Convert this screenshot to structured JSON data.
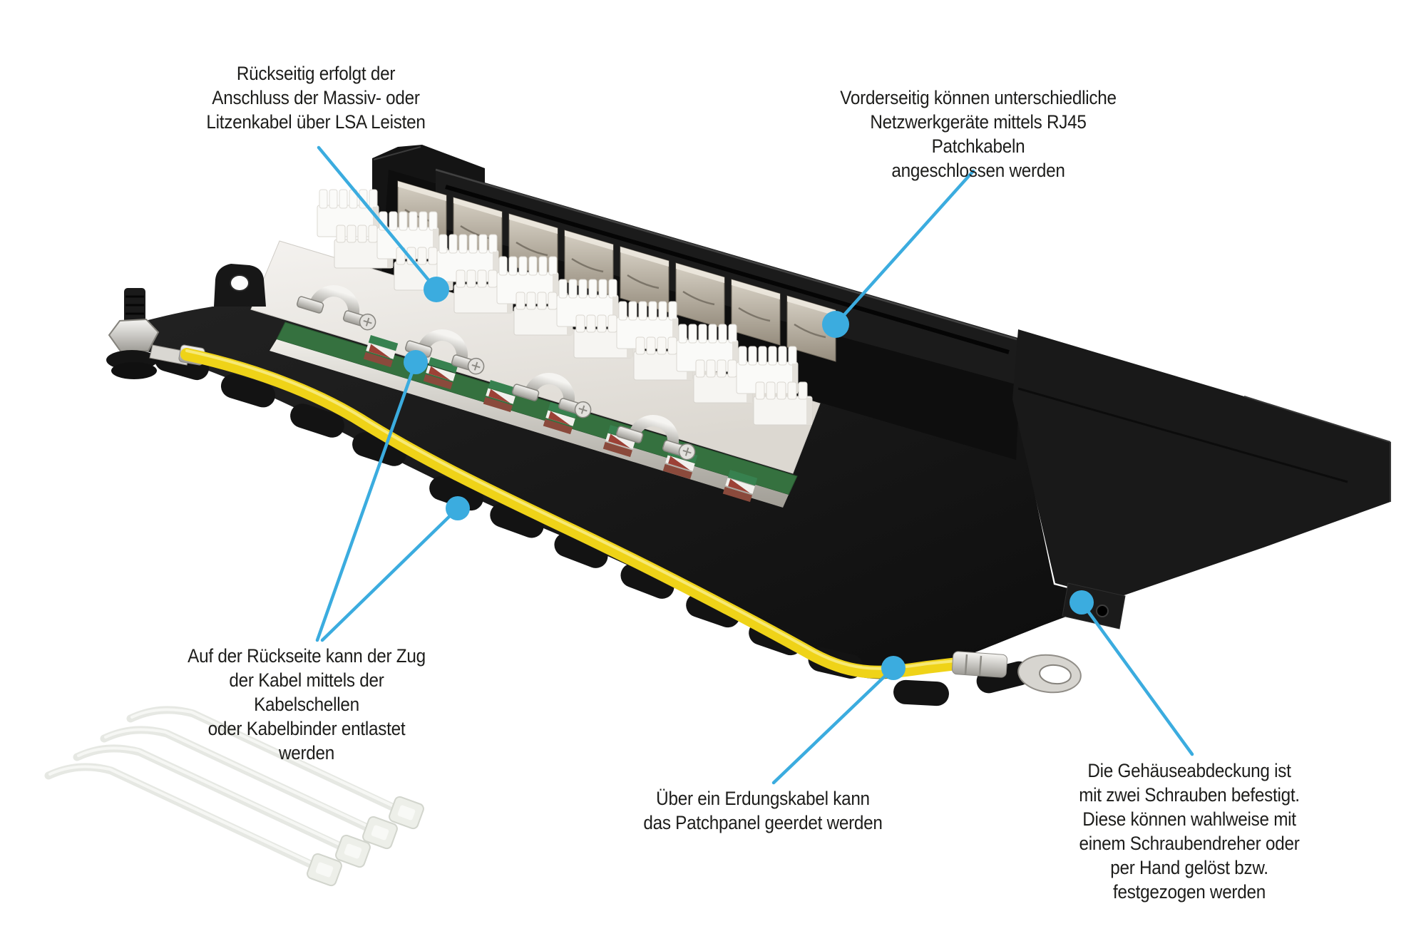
{
  "colors": {
    "callout": "#3BACDF",
    "text": "#1D1D1B",
    "background": "#FFFFFF",
    "housing": "#161616",
    "ground_cable": "#EFD318"
  },
  "annotations": [
    {
      "id": "lsa",
      "text": "Rückseitig erfolgt der\nAnschluss der Massiv- oder\nLitzenkabel über LSA Leisten"
    },
    {
      "id": "rj45",
      "text": "Vorderseitig können unterschiedliche\nNetzwerkgeräte mittels RJ45 Patchkabeln\nangeschlossen werden"
    },
    {
      "id": "strain-relief",
      "text": "Auf der Rückseite kann der Zug\nder Kabel mittels der Kabelschellen\noder Kabelbinder entlastet werden"
    },
    {
      "id": "grounding",
      "text": "Über ein Erdungskabel kann\ndas Patchpanel geerdet werden"
    },
    {
      "id": "cover-screws",
      "text": "Die Gehäuseabdeckung ist\nmit zwei Schrauben befestigt.\nDiese können wahlweise mit\neinem Schraubendreher oder\nper Hand gelöst bzw.\nfestgezogen werden"
    }
  ]
}
